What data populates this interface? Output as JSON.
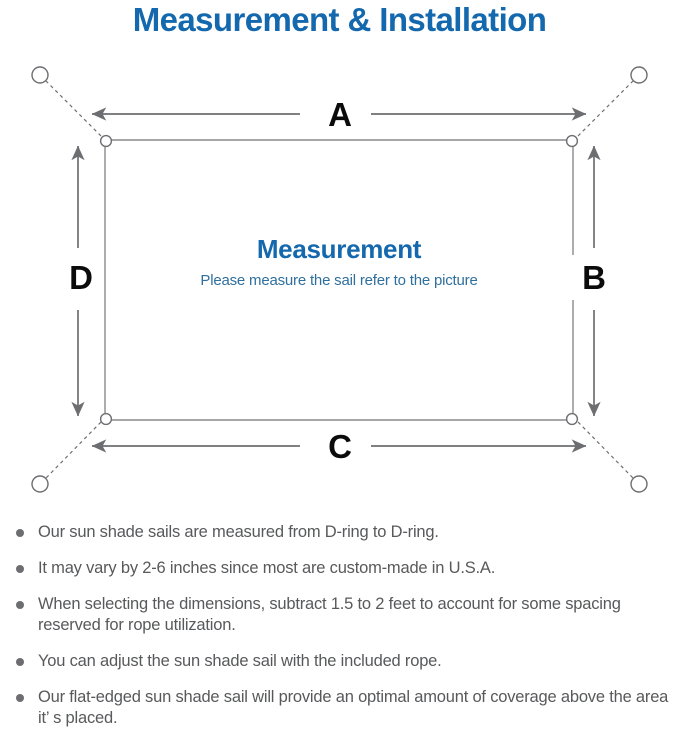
{
  "title": "Measurement & Installation",
  "diagram": {
    "center": {
      "heading": "Measurement",
      "subtitle": "Please measure the sail refer to the picture"
    },
    "labels": {
      "top": "A",
      "right": "B",
      "bottom": "C",
      "left": "D"
    },
    "elements": {
      "sail_shape": "rectangle",
      "corner_ring": "d-ring",
      "corner_rings_count": 4,
      "anchor_points_count": 4,
      "rope_line_style": "dashed",
      "dimension_arrows_count": 4
    },
    "colors": {
      "title_blue": "#1468ad",
      "subtitle_blue": "#2f6f9e",
      "line_gray": "#6d6e71",
      "sail_border": "#8a8a8d",
      "label_black": "#0b0b0b"
    }
  },
  "notes": [
    "Our sun shade sails are measured from D-ring to D-ring.",
    "It may vary by 2-6 inches since most are custom-made in U.S.A.",
    "When selecting the dimensions, subtract 1.5 to 2 feet to account for some spacing reserved for rope utilization.",
    "You can adjust the sun shade sail with the included rope.",
    "Our flat-edged sun shade sail will provide an optimal amount of coverage above the area it’ s placed."
  ]
}
